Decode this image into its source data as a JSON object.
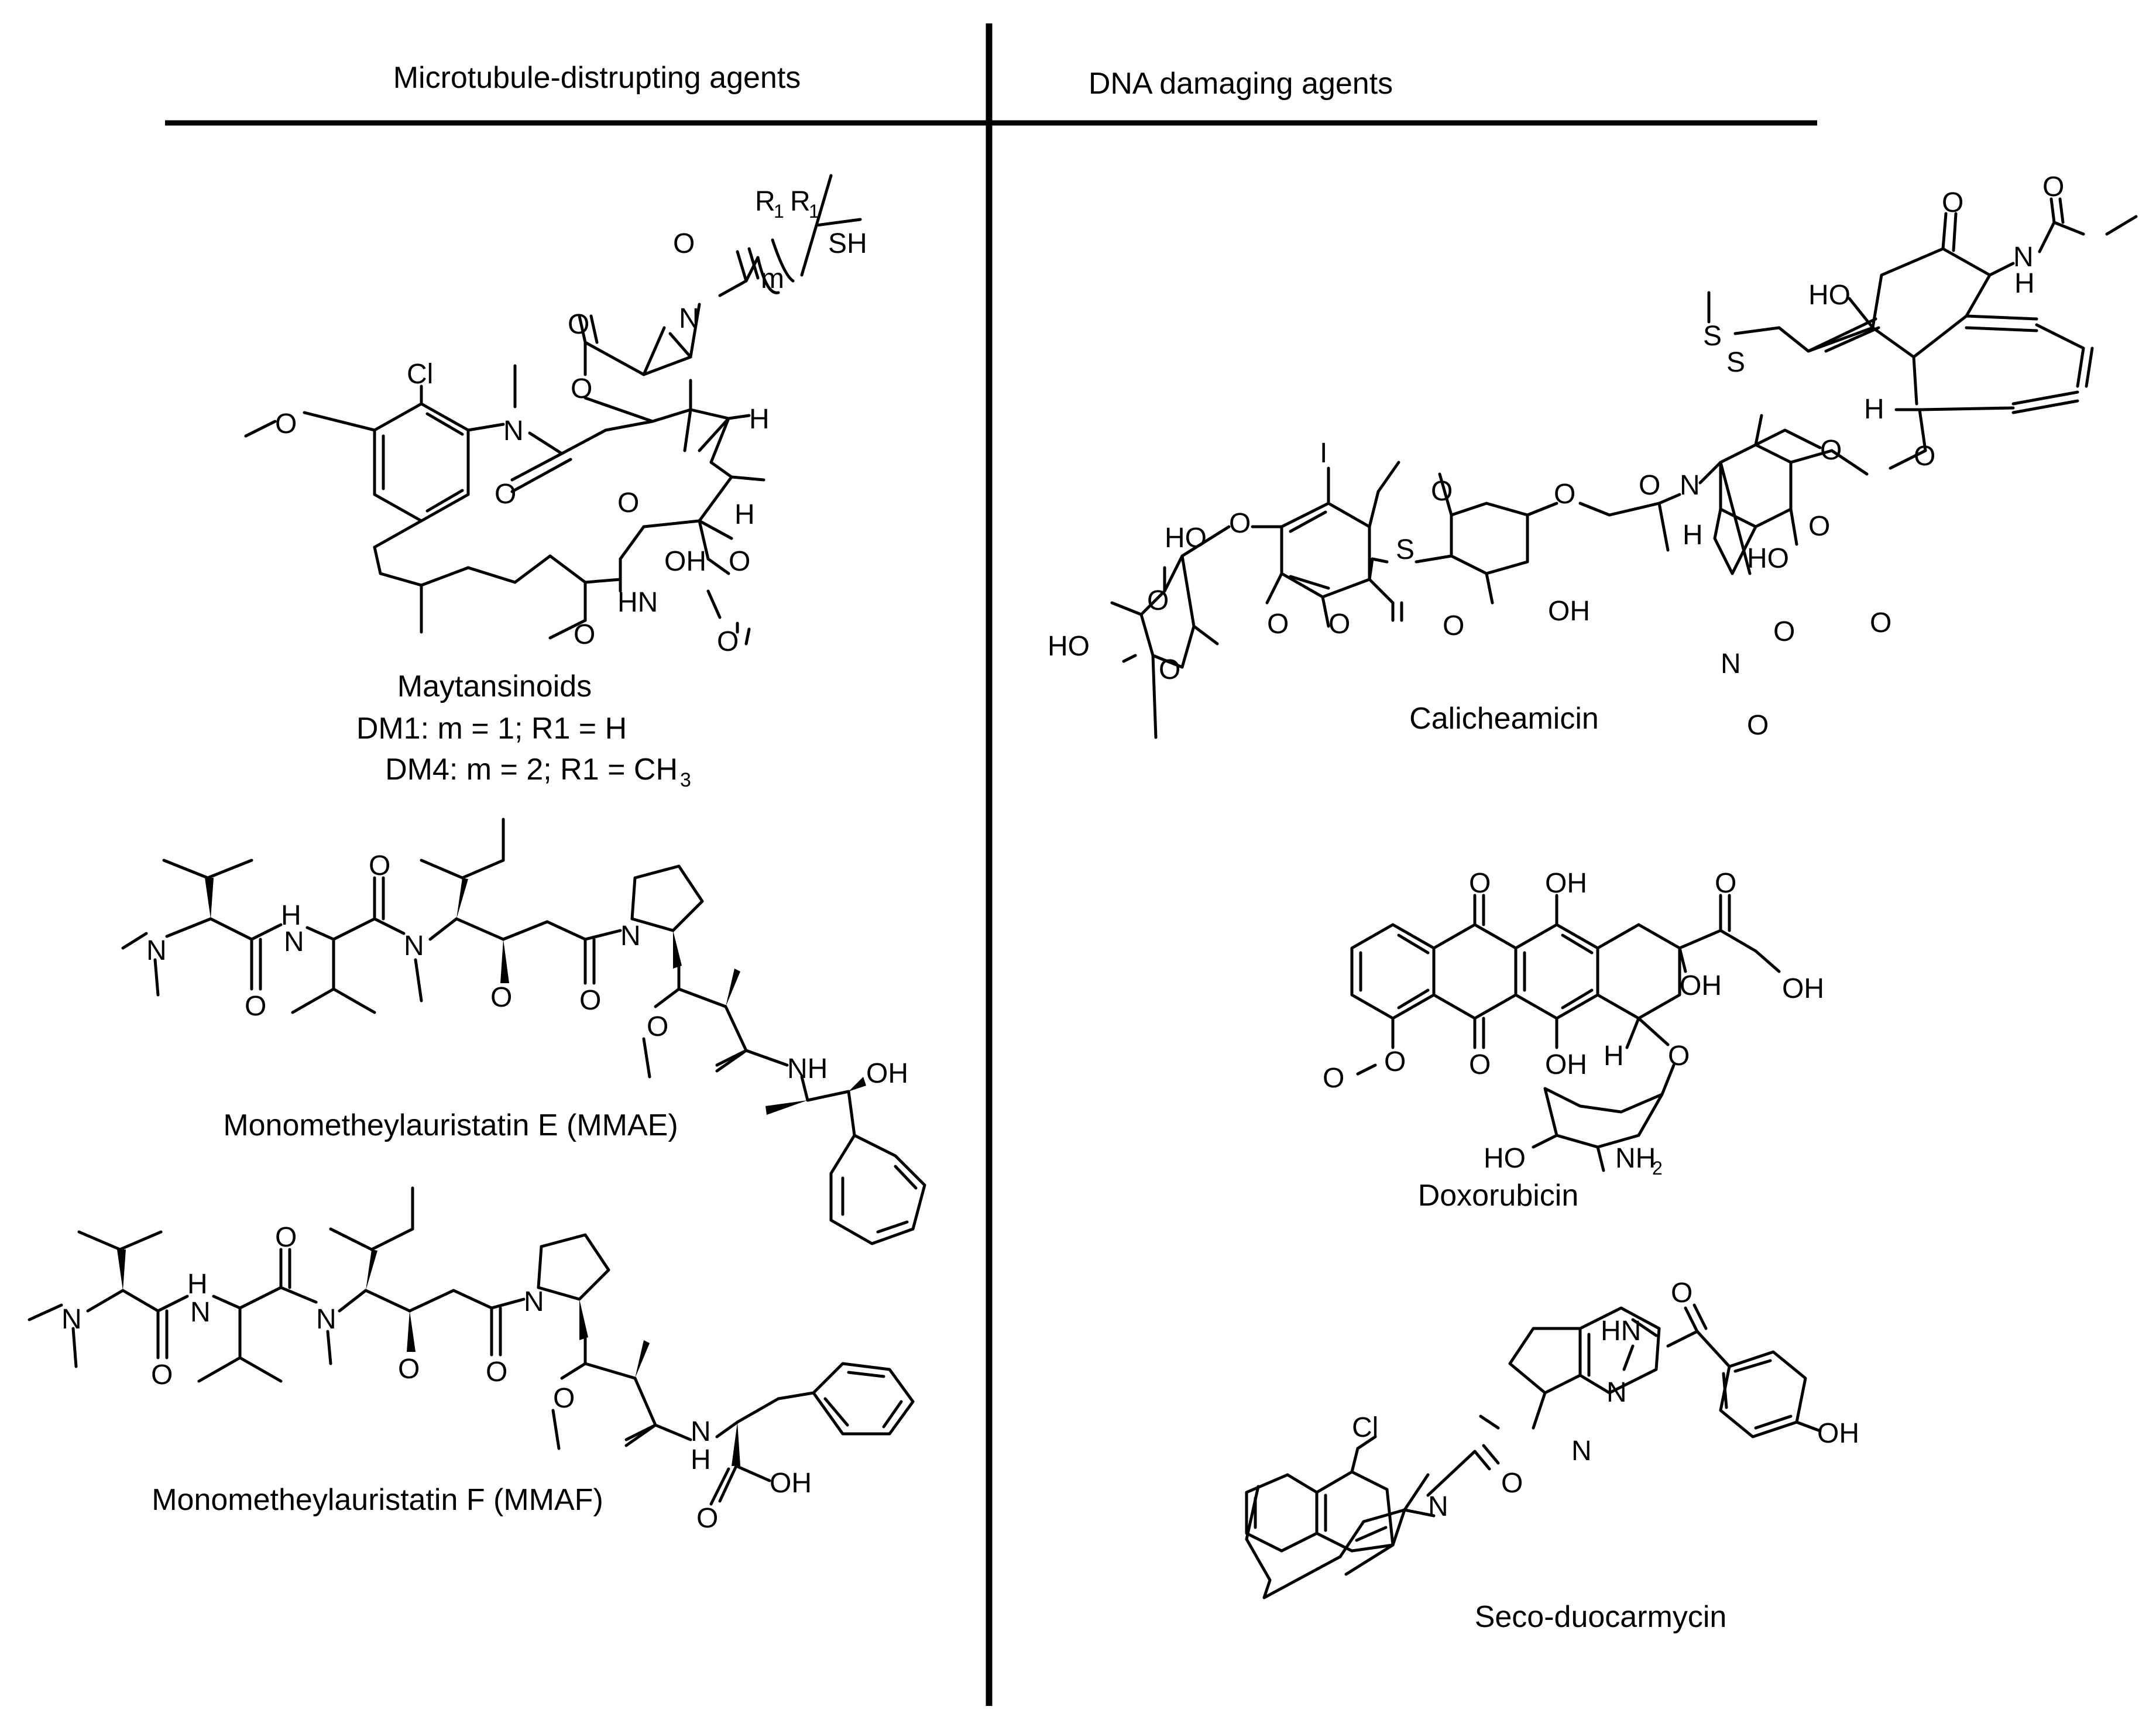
{
  "headers": {
    "left": "Microtubule-distrupting agents",
    "right": "DNA damaging agents"
  },
  "compounds": [
    {
      "id": "maytansinoids",
      "name": "Maytansinoids",
      "lines": [
        "DM1: m = 1; R1 = H",
        "DM4: m = 2; R1 = CH",
        "3"
      ]
    },
    {
      "id": "mmae",
      "name": "Monometheylauristatin E (MMAE)"
    },
    {
      "id": "mmaf",
      "name": "Monometheylauristatin F (MMAF)"
    },
    {
      "id": "calicheamicin",
      "name": "Calicheamicin"
    },
    {
      "id": "doxorubicin",
      "name": "Doxorubicin"
    },
    {
      "id": "seco-duocarmycin",
      "name": "Seco-duocarmycin"
    }
  ],
  "atoms": {
    "may": [
      "R",
      "1",
      "R",
      "1",
      "SH",
      "O",
      "m",
      "N",
      "O",
      "Cl",
      "N",
      "O",
      "O",
      "O",
      "H",
      "O",
      "H",
      "OH",
      "O",
      "HN",
      "O",
      "O"
    ],
    "mmae": [
      "N",
      "H",
      "N",
      "O",
      "O",
      "N",
      "O",
      "N",
      "O",
      "O",
      "NH",
      "OH"
    ],
    "mmaf": [
      "N",
      "H",
      "N",
      "O",
      "O",
      "N",
      "O",
      "N",
      "O",
      "O",
      "N",
      "H",
      "O",
      "OH"
    ],
    "cal": [
      "O",
      "N",
      "H",
      "O",
      "HO",
      "S",
      "S",
      "H",
      "O",
      "O",
      "N",
      "H",
      "O",
      "O",
      "HO",
      "O",
      "O",
      "O",
      "N",
      "O",
      "I",
      "S",
      "O",
      "OH",
      "HO",
      "O",
      "O",
      "HO",
      "O",
      "O",
      "O",
      "O"
    ],
    "dox": [
      "O",
      "OH",
      "O",
      "OH",
      "OH",
      "O",
      "O",
      "OH",
      "H",
      "O",
      "O",
      "HO",
      "NH",
      "2"
    ],
    "seco": [
      "O",
      "HN",
      "N",
      "OH",
      "Cl",
      "N",
      "N",
      "O"
    ]
  }
}
